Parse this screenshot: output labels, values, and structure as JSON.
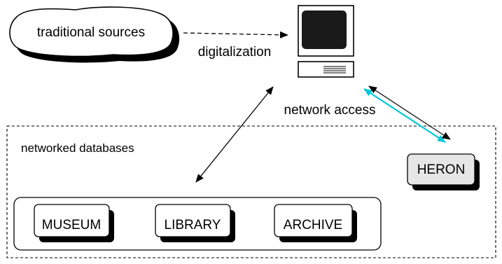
{
  "colors": {
    "background": "#ffffff",
    "line": "#000000",
    "shadow": "#000000",
    "screen": "#1a1a1a",
    "heron_fill": "#e6e6e6",
    "cyan_link": "#00c8d8"
  },
  "diagram": {
    "source": {
      "label": "traditional sources"
    },
    "digitalization": {
      "label": "digitalization"
    },
    "computer": {
      "icon": "computer-terminal-icon"
    },
    "network_access": {
      "label": "network access"
    },
    "networked_databases": {
      "label": "networked databases"
    },
    "databases": {
      "museum": {
        "label": "MUSEUM"
      },
      "library": {
        "label": "LIBRARY"
      },
      "archive": {
        "label": "ARCHIVE"
      }
    },
    "heron": {
      "label": "HERON"
    }
  }
}
